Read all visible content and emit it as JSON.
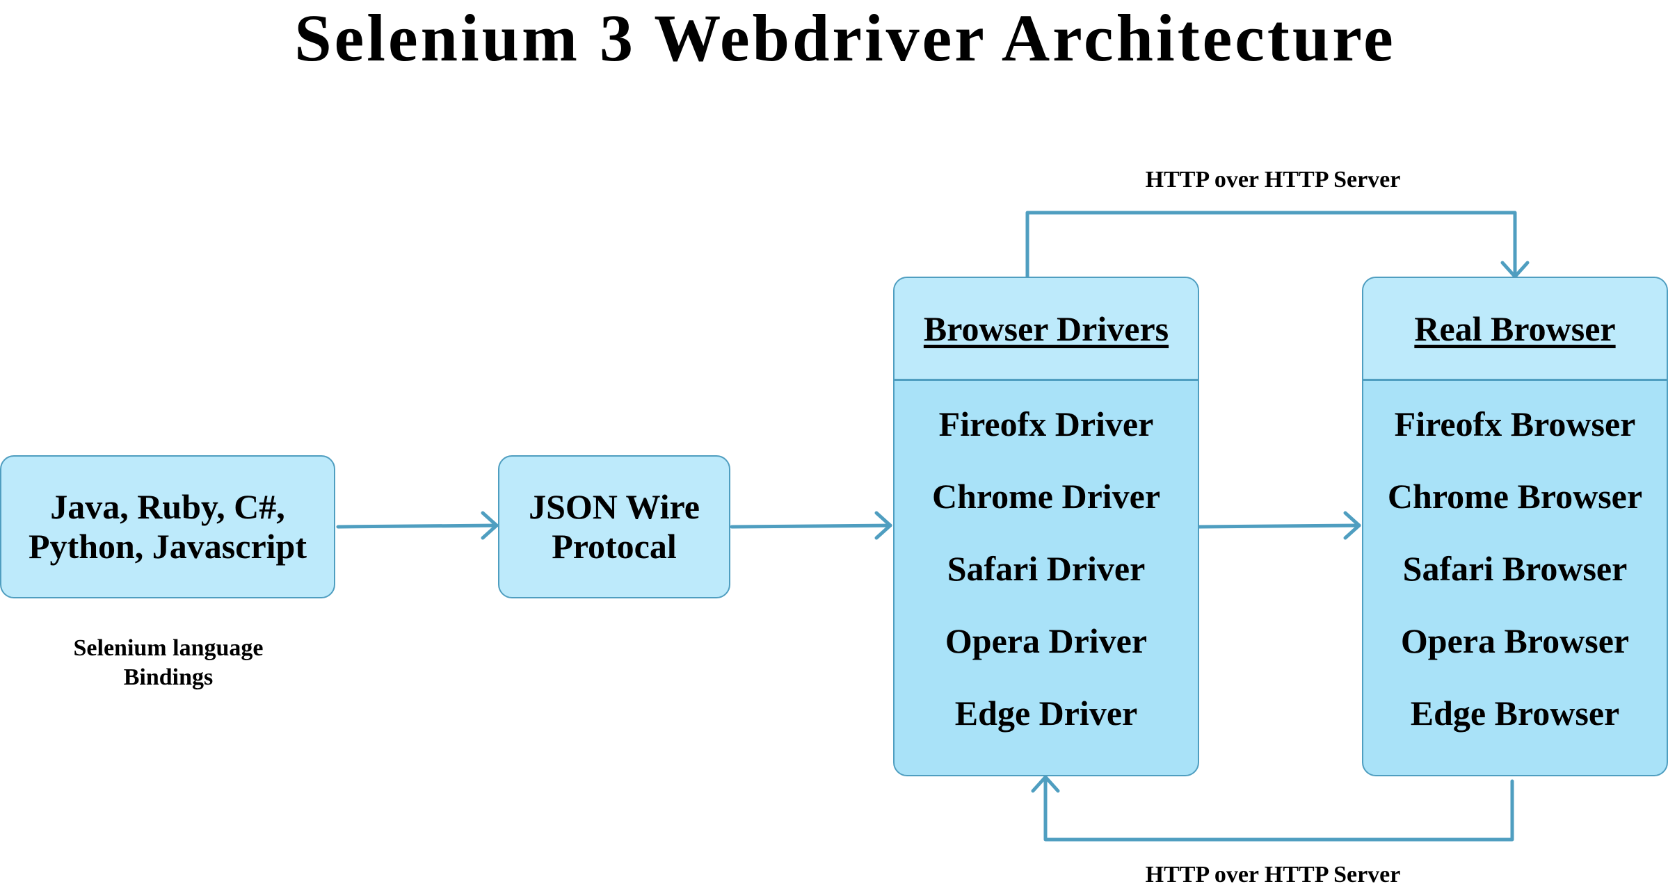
{
  "title": "Selenium 3 Webdriver Architecture",
  "language_box": {
    "lines": [
      "Java, Ruby, C#,",
      "Python, Javascript"
    ]
  },
  "language_caption": {
    "lines": [
      "Selenium language",
      "Bindings"
    ]
  },
  "json_box": {
    "lines": [
      "JSON Wire",
      "Protocal"
    ]
  },
  "drivers_panel": {
    "header": "Browser Drivers",
    "items": [
      "Fireofx Driver",
      "Chrome Driver",
      "Safari Driver",
      "Opera Driver",
      "Edge Driver"
    ]
  },
  "browsers_panel": {
    "header": "Real Browser",
    "items": [
      "Fireofx Browser",
      "Chrome Browser",
      "Safari Browser",
      "Opera Browser",
      "Edge Browser"
    ]
  },
  "top_connector_label": "HTTP over HTTP Server",
  "bottom_connector_label": "HTTP over HTTP Server",
  "colors": {
    "box_fill": "#bdeafb",
    "panel_body_fill": "#a9e2f8",
    "stroke": "#4f9ec0"
  }
}
